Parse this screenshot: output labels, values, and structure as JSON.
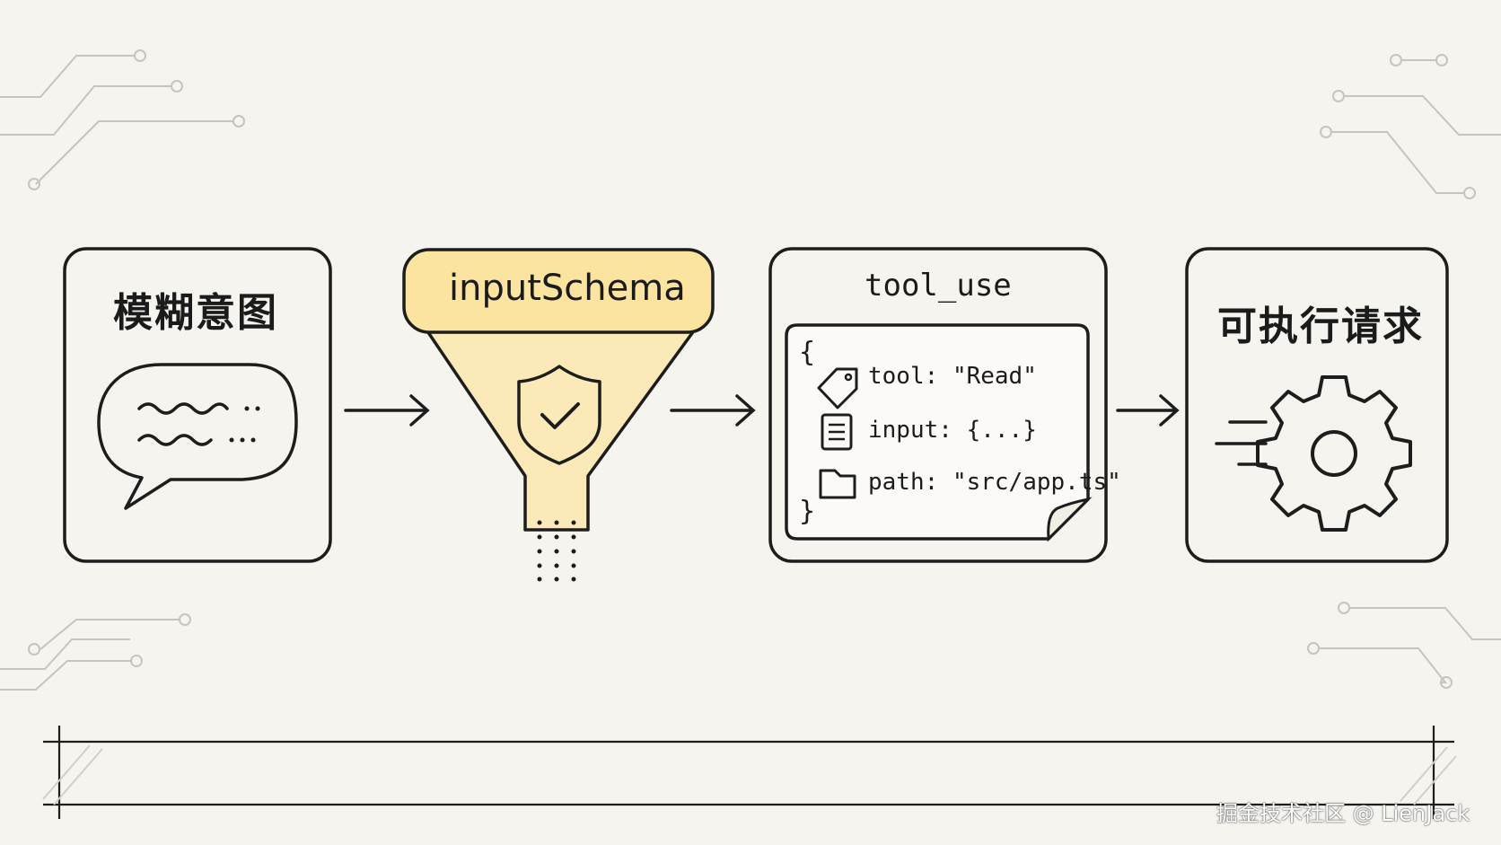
{
  "diagram": {
    "step1": {
      "title": "模糊意图"
    },
    "step2": {
      "title": "inputSchema"
    },
    "step3": {
      "title": "tool_use",
      "open_brace": "{",
      "close_brace": "}",
      "lines": [
        {
          "key": "tool:",
          "value": "\"Read\"",
          "icon": "tag-icon"
        },
        {
          "key": "input:",
          "value": "{...}",
          "icon": "document-icon"
        },
        {
          "key": "path:",
          "value": "\"src/app.ts\"",
          "icon": "folder-icon"
        }
      ]
    },
    "step4": {
      "title": "可执行请求"
    }
  },
  "watermark": "掘金技术社区 @ LienJack",
  "colors": {
    "background": "#f6f4ee",
    "ink": "#1d1d1d",
    "funnel_fill": "#fbe9b8",
    "circuit": "#bdbdbd"
  }
}
